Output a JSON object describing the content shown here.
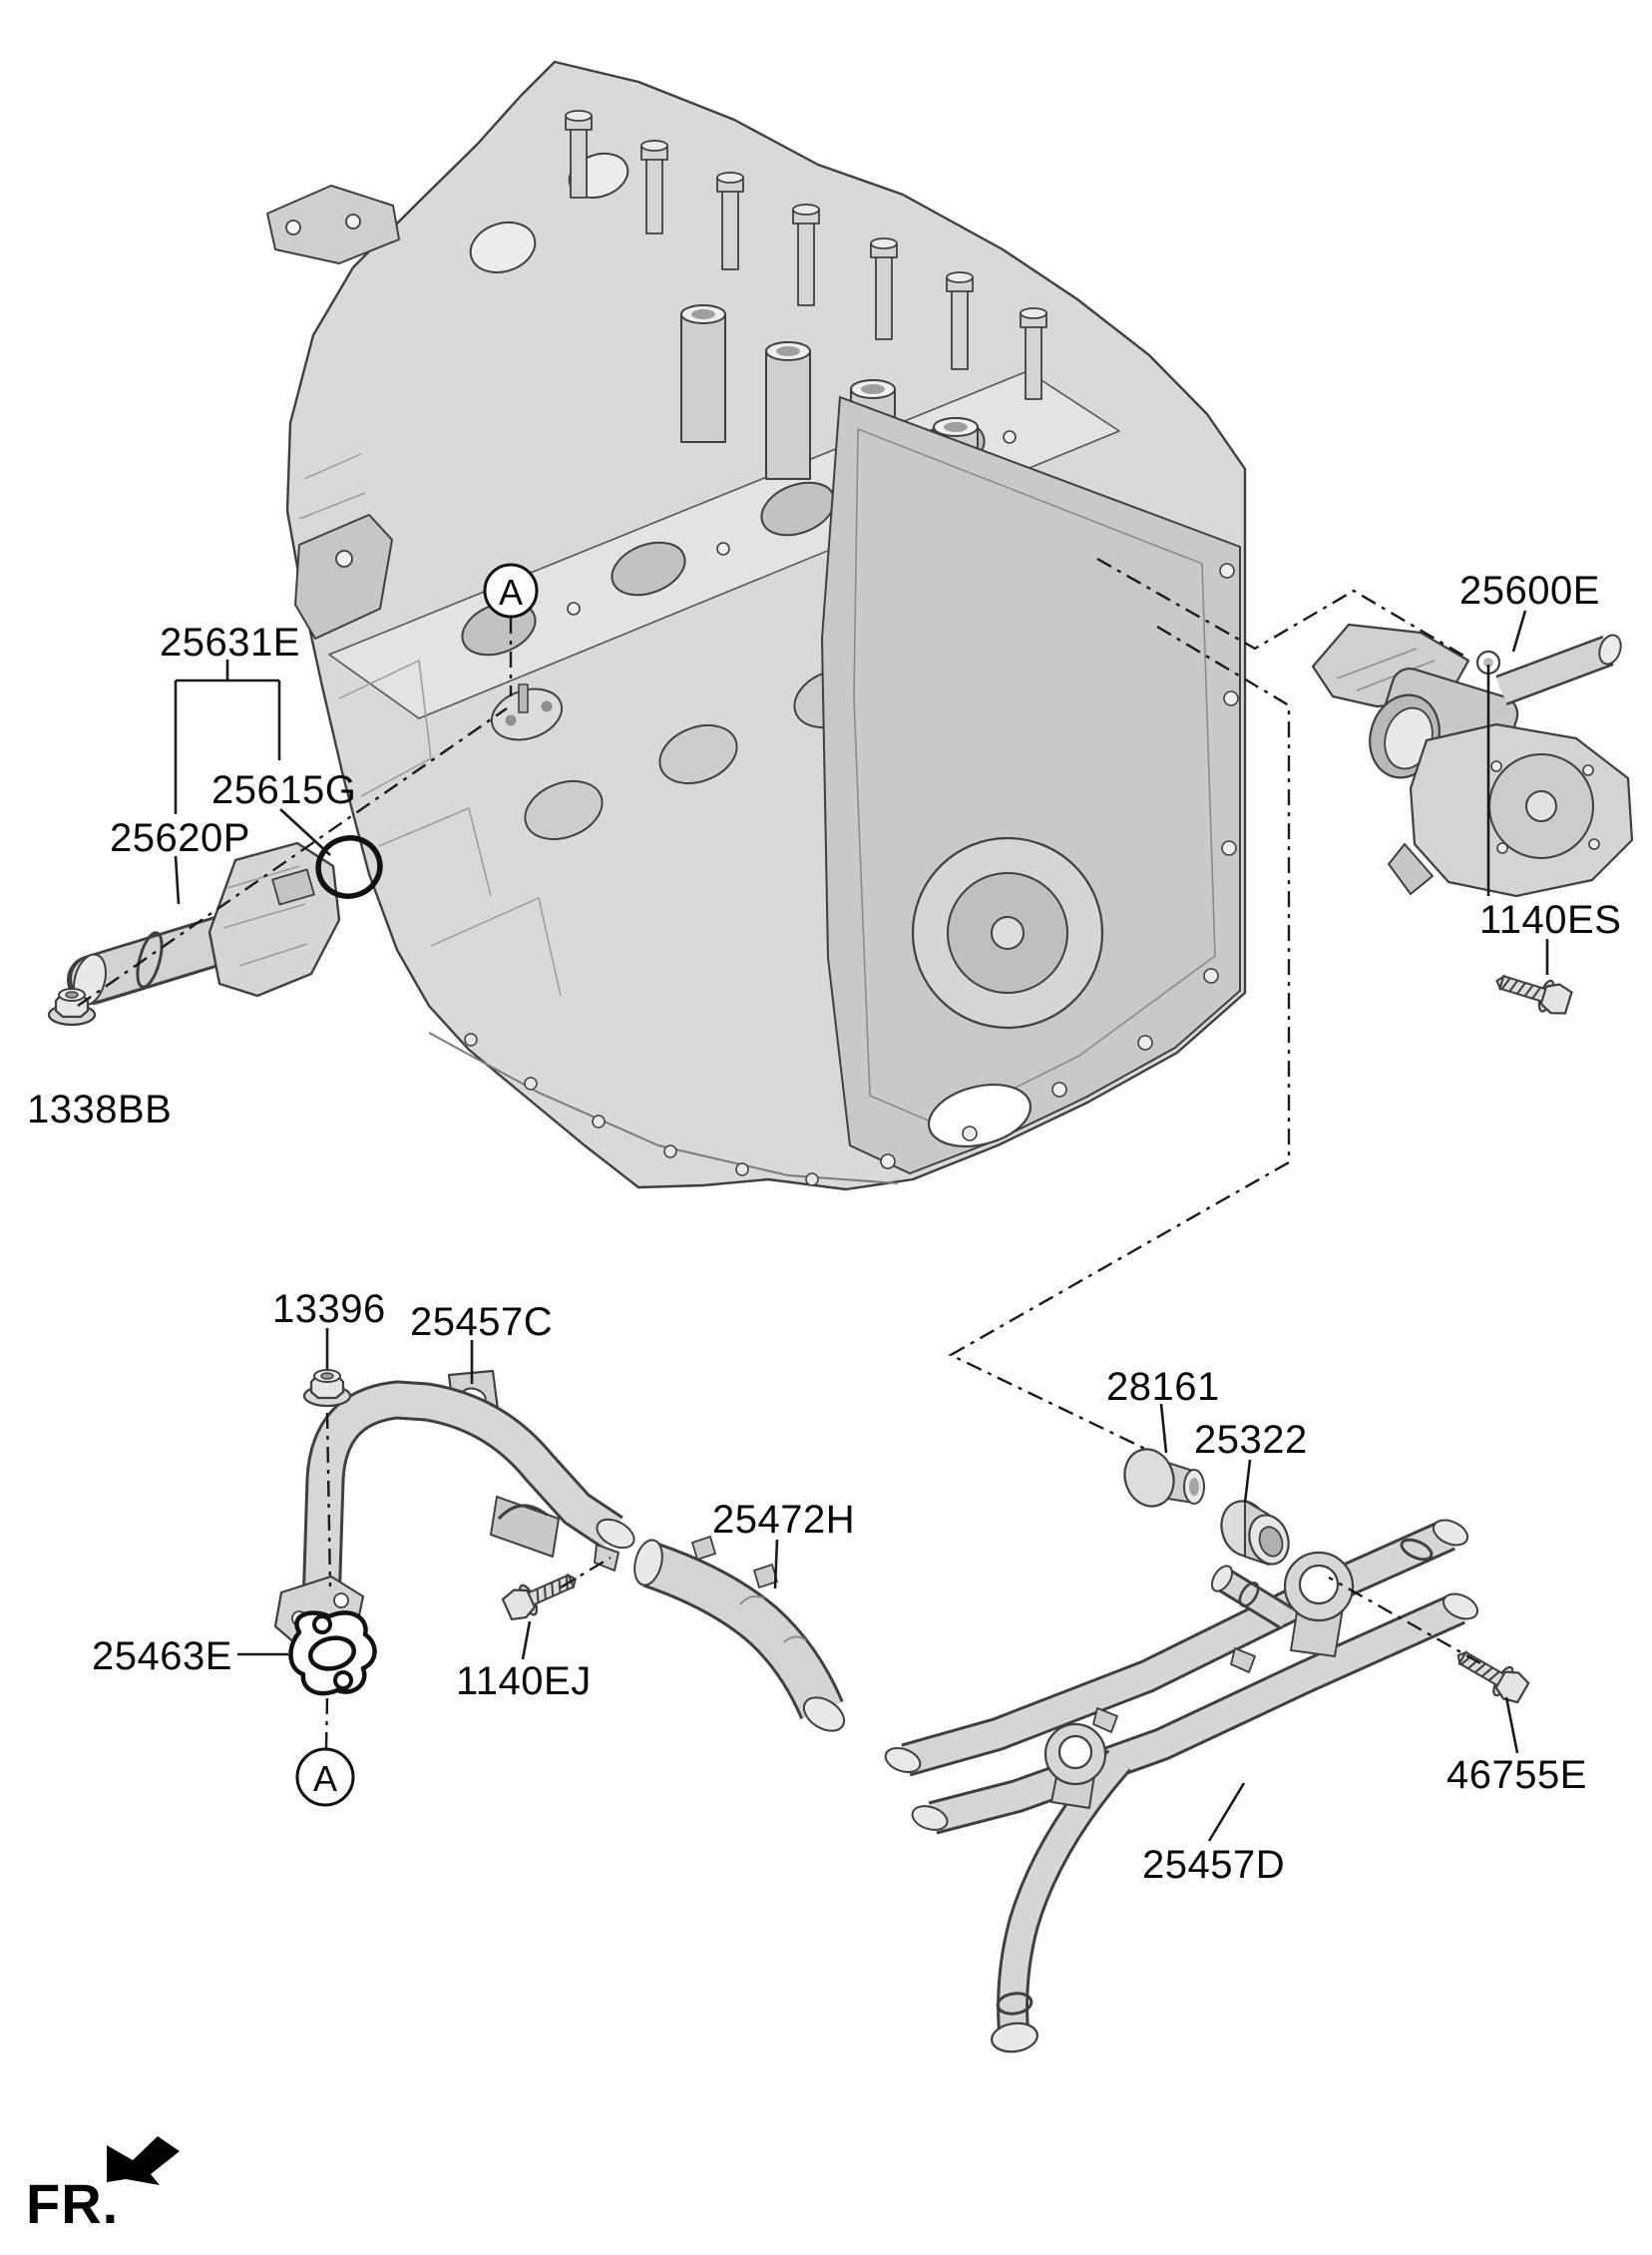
{
  "diagram": {
    "description": "Engine coolant pipe and hose exploded parts diagram",
    "fr_label": "FR.",
    "detail_markers": [
      "A",
      "A"
    ],
    "labels": [
      {
        "id": "25631E",
        "text": "25631E"
      },
      {
        "id": "25615G",
        "text": "25615G"
      },
      {
        "id": "25620P",
        "text": "25620P"
      },
      {
        "id": "1338BB",
        "text": "1338BB"
      },
      {
        "id": "25600E",
        "text": "25600E"
      },
      {
        "id": "1140ES",
        "text": "1140ES"
      },
      {
        "id": "13396",
        "text": "13396"
      },
      {
        "id": "25457C",
        "text": "25457C"
      },
      {
        "id": "25463E",
        "text": "25463E"
      },
      {
        "id": "1140EJ",
        "text": "1140EJ"
      },
      {
        "id": "25472H",
        "text": "25472H"
      },
      {
        "id": "28161",
        "text": "28161"
      },
      {
        "id": "25322",
        "text": "25322"
      },
      {
        "id": "46755E",
        "text": "46755E"
      },
      {
        "id": "25457D",
        "text": "25457D"
      }
    ],
    "colors": {
      "background": "#ffffff",
      "line": "#1a1a1a",
      "part_fill": "#d6d6d6",
      "part_fill_dark": "#c6c6c6",
      "part_fill_light": "#ececec",
      "part_outline": "#3f3f3f"
    }
  }
}
